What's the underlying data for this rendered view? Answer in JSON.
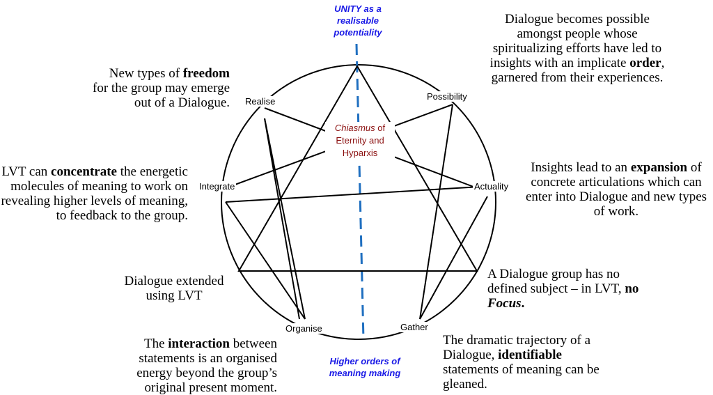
{
  "top_axis_label": "UNITY as a realisable potentiality",
  "bottom_axis_label": "Higher orders of meaning making",
  "center": {
    "chiasmus": "Chiasmus",
    "of": " of",
    "rest": "Eternity and Hyparxis"
  },
  "nodes": {
    "realise": "Realise",
    "possibility": "Possibility",
    "integrate": "Integrate",
    "actuality": "Actuality",
    "organise": "Organise",
    "gather": "Gather"
  },
  "notes": {
    "freedom": {
      "pre": "New types of ",
      "bold": "freedom",
      "post": " for the group may emerge out of a Dialogue."
    },
    "possibility": {
      "pre": "Dialogue becomes possible amongst people whose spiritualizing efforts have led to insights with an implicate ",
      "bold": "order",
      "post": ", garnered from their experiences."
    },
    "concentrate": {
      "pre": "LVT can ",
      "bold": "concentrate",
      "post": " the energetic molecules of meaning to work on revealing higher levels of meaning, to feedback to the group."
    },
    "expansion": {
      "pre": "Insights lead to an ",
      "bold": "expansion",
      "post": " of concrete articulations which can enter into Dialogue and new types of work."
    },
    "extended": {
      "text": "Dialogue extended using LVT"
    },
    "focus": {
      "pre": "A Dialogue group has no defined subject – in LVT, ",
      "bold": "no",
      "bolditalic": "Focus",
      "post": "."
    },
    "interaction": {
      "pre": "The ",
      "bold": "interaction",
      "post": " between statements is an organised energy beyond the group’s original present moment."
    },
    "identifiable": {
      "pre": "The dramatic trajectory of a Dialogue, ",
      "bold": "identifiable",
      "post": " statements of meaning can be gleaned."
    }
  }
}
